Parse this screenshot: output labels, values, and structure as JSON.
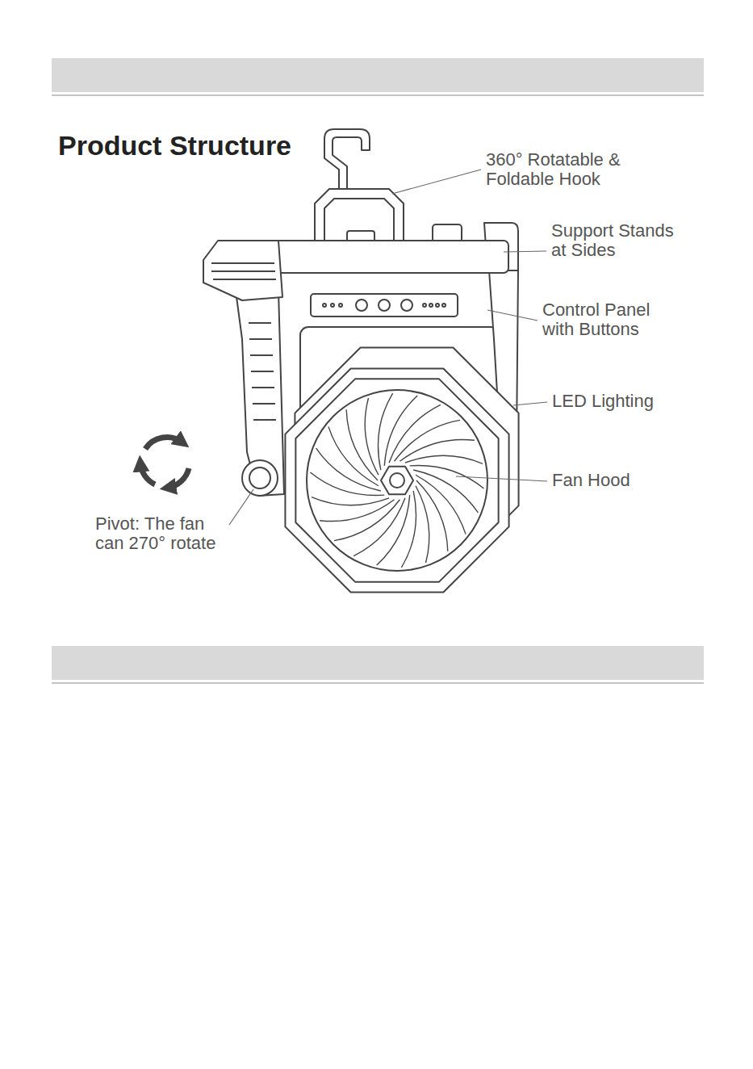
{
  "diagram": {
    "title": "Product Structure",
    "labels": [
      "360° Rotatable & Foldable Hook",
      "Support Stands at Sides",
      "Control Panel with Buttons",
      "LED Lighting",
      "Fan Hood",
      "Pivot: The fan can 270° rotate"
    ]
  }
}
